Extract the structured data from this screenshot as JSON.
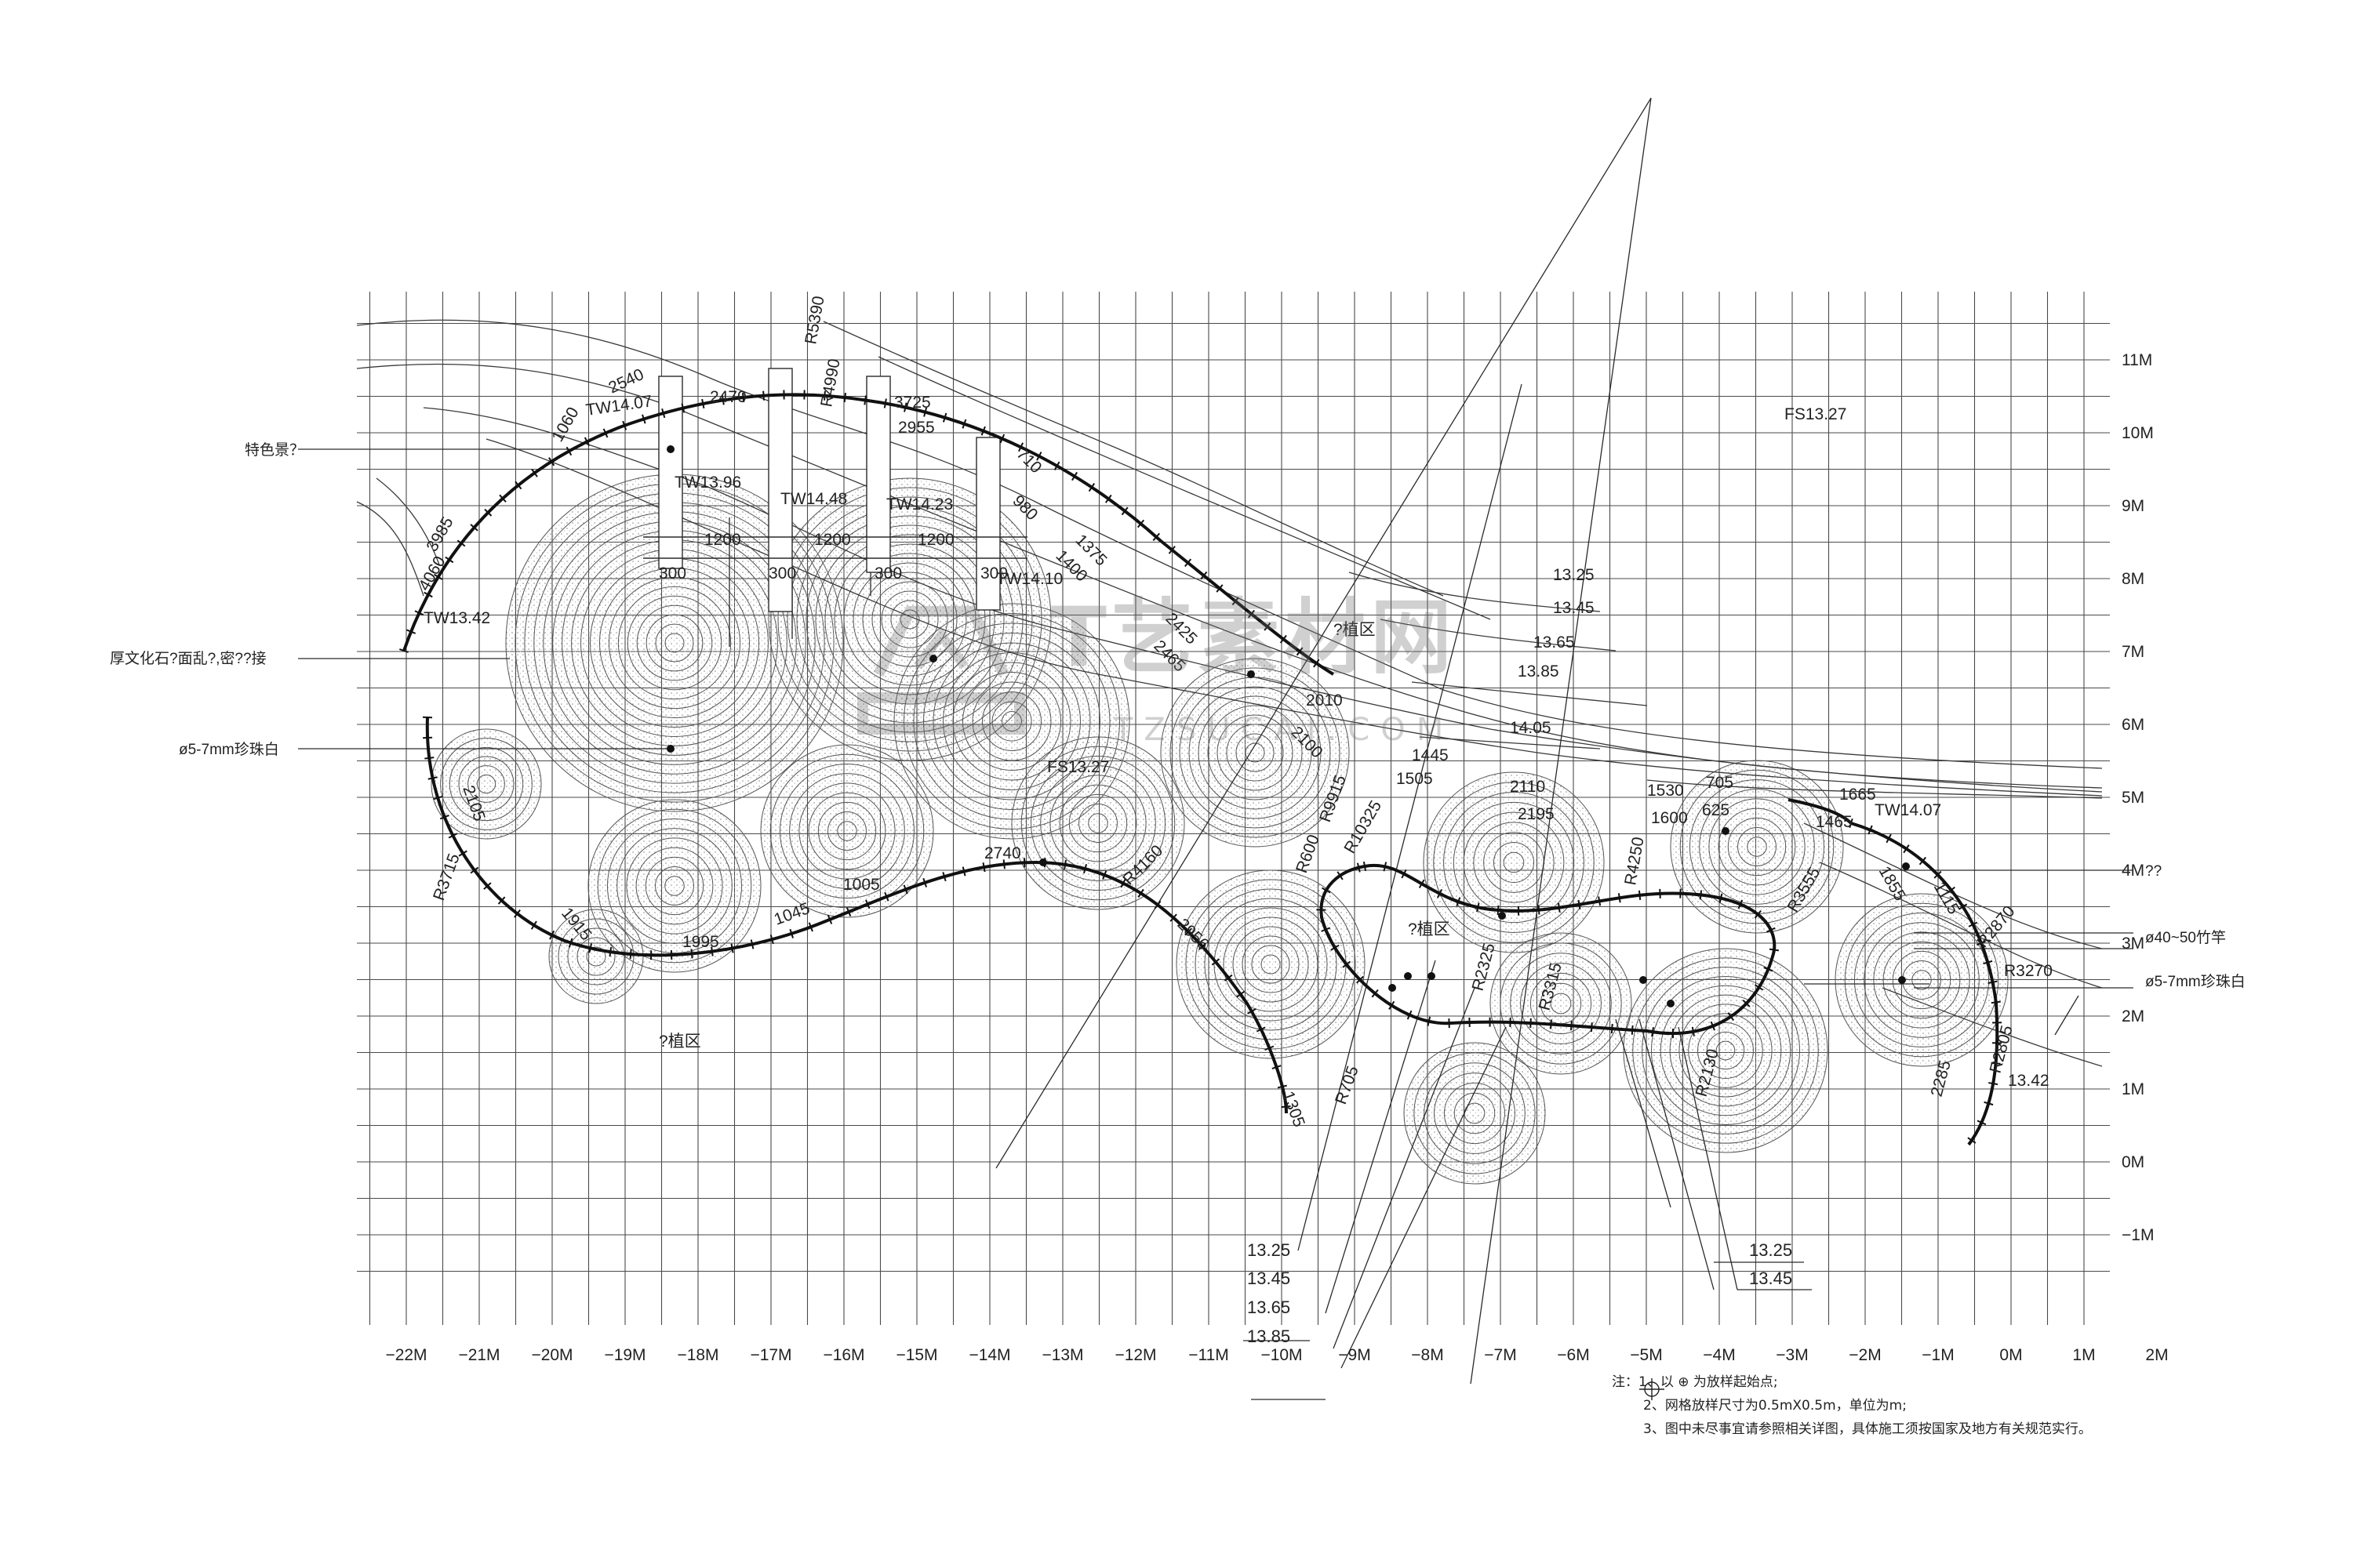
{
  "grid": {
    "x_labels": [
      "−22M",
      "−21M",
      "−20M",
      "−19M",
      "−18M",
      "−17M",
      "−16M",
      "−15M",
      "−14M",
      "−13M",
      "−12M",
      "−11M",
      "−10M",
      "−9M",
      "−8M",
      "−7M",
      "−6M",
      "−5M",
      "−4M",
      "−3M",
      "−2M",
      "−1M",
      "0M",
      "1M",
      "2M"
    ],
    "y_labels": [
      "11M",
      "10M",
      "9M",
      "8M",
      "7M",
      "6M",
      "5M",
      "4M",
      "3M",
      "2M",
      "1M",
      "0M",
      "−1M"
    ],
    "y_label_values": [
      11,
      10,
      9,
      8,
      7,
      6,
      5,
      4,
      3,
      2,
      1,
      0,
      -1
    ]
  },
  "callouts": {
    "left": [
      "特色景？",
      "厚文化石?面乱?,密??接",
      "ø5-7mm珍珠白"
    ],
    "right": [
      "??",
      "ø40~50竹竿",
      "ø5-7mm珍珠白"
    ],
    "bottom_left": [
      "13.25",
      "13.45",
      "13.65",
      "13.85"
    ],
    "bottom_right": [
      "13.25",
      "13.45"
    ]
  },
  "annotations": {
    "contours": [
      "13.25",
      "13.45",
      "13.65",
      "13.85",
      "14.05"
    ],
    "spot_levels": [
      "TW14.07",
      "TW13.96",
      "TW14.48",
      "TW14.23",
      "TW14.10",
      "TW13.42",
      "FS13.27",
      "FS13.27",
      "TW14.07",
      "13.42"
    ],
    "dims_300": [
      "300",
      "300",
      "300",
      "300"
    ],
    "dims_1200": [
      "1200",
      "1200",
      "1200"
    ],
    "radii": [
      "R5390",
      "R4990",
      "R3715",
      "R4160",
      "R9915",
      "R10325",
      "R600",
      "R2325",
      "R3315",
      "R705",
      "R2130",
      "R4250",
      "R3555",
      "R2870",
      "R3270",
      "R2805"
    ],
    "arc_lengths": [
      "2540",
      "2470",
      "3725",
      "2955",
      "1060",
      "3985",
      "4060",
      "710",
      "980",
      "1375",
      "1400",
      "2425",
      "2465",
      "2010",
      "2100",
      "1445",
      "1505",
      "2110",
      "2195",
      "1530",
      "705",
      "1665",
      "1465",
      "1600",
      "625",
      "1855",
      "1115",
      "2740",
      "1995",
      "1915",
      "1005",
      "1045",
      "2105",
      "2956",
      "2285",
      "1305"
    ],
    "zone_labels": [
      "?植区",
      "?植区",
      "?植区"
    ]
  },
  "watermark": {
    "main": "T艺素材网",
    "sub": "TZSUCAI.COM"
  },
  "notes": {
    "n1_prefix": "注：1、以",
    "n1_suffix": "为放样起始点;",
    "n2": "2、网格放样尺寸为0.5mX0.5m，单位为m;",
    "n3": "3、图中未尽事宜请参照相关详图，具体施工须按国家及地方有关规范实行。"
  }
}
